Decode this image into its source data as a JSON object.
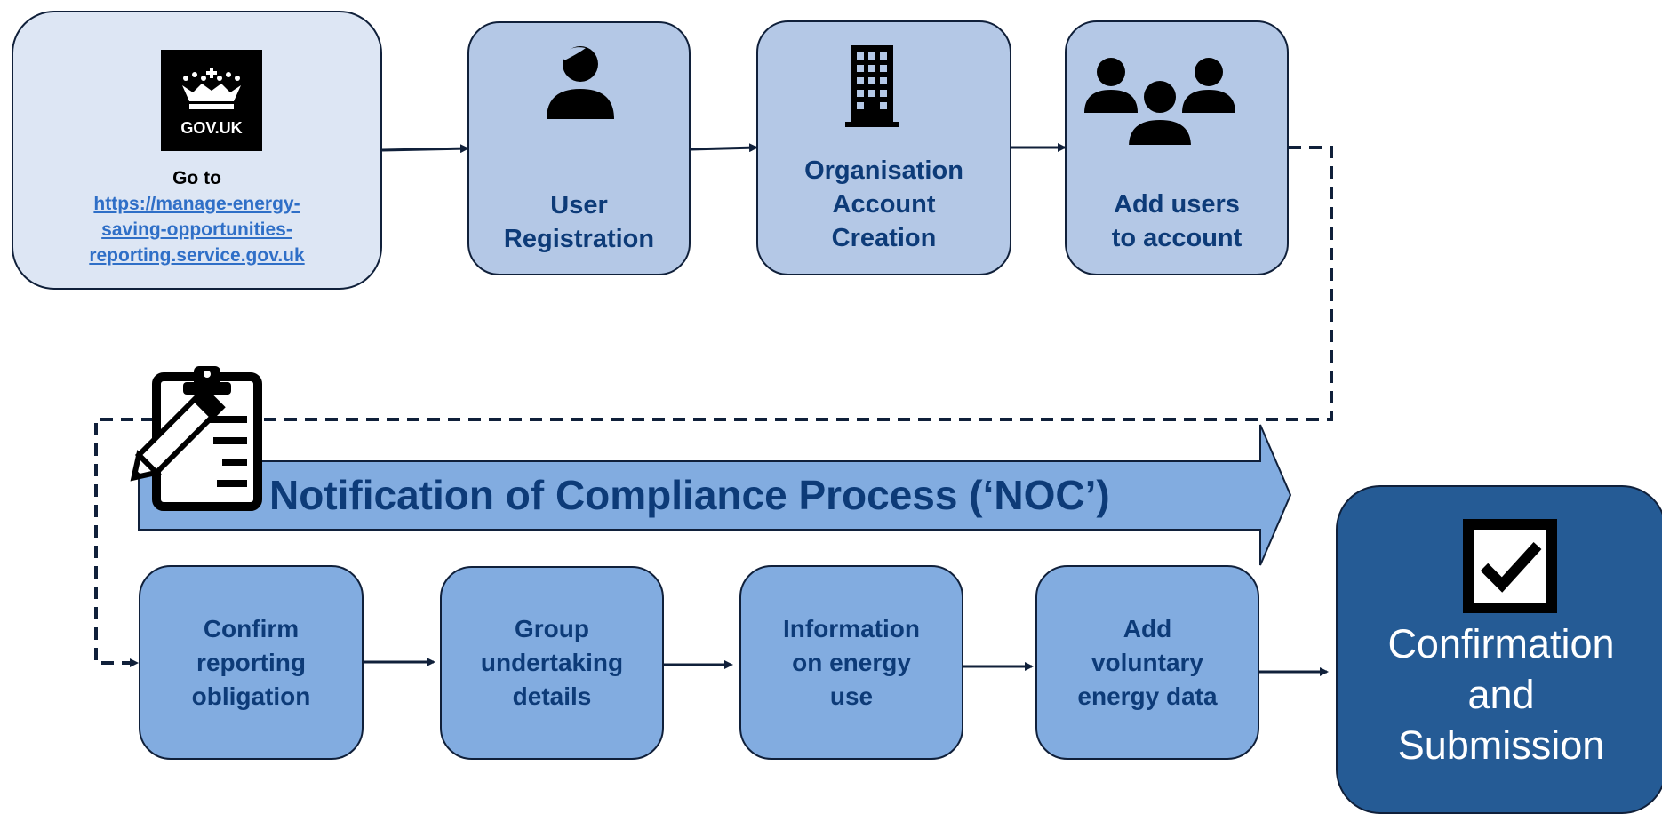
{
  "gov_box": {
    "logo_text": "GOV.UK",
    "goto_label": "Go to",
    "url_line1": "https://manage-energy-",
    "url_line2": "saving-opportunities-",
    "url_line3": "reporting.service.gov.uk"
  },
  "top_steps": [
    {
      "line1": "User",
      "line2": "Registration",
      "icon": "person-icon"
    },
    {
      "line1": "Organisation",
      "line2": "Account",
      "line3": "Creation",
      "icon": "office-building-icon"
    },
    {
      "line1": "Add users",
      "line2": "to account",
      "icon": "group-icon"
    }
  ],
  "banner": {
    "title": "Notification of Compliance Process (‘NOC’)",
    "icon": "clipboard-pencil-icon"
  },
  "bottom_steps": [
    {
      "line1": "Confirm",
      "line2": "reporting",
      "line3": "obligation"
    },
    {
      "line1": "Group",
      "line2": "undertaking",
      "line3": "details"
    },
    {
      "line1": "Information",
      "line2": "on energy",
      "line3": "use"
    },
    {
      "line1": "Add",
      "line2": "voluntary",
      "line3": "energy data"
    }
  ],
  "final_step": {
    "line1": "Confirmation",
    "line2": "and",
    "line3": "Submission",
    "icon": "checkbox-checked-icon"
  },
  "colors": {
    "outline": "#10203a",
    "text_dark_blue": "#0d3b78",
    "box_light": "#b4c8e6",
    "box_mid": "#82ace0",
    "gov_box": "#dde6f4",
    "final_box": "#255b95",
    "link": "#2f6fc7"
  }
}
